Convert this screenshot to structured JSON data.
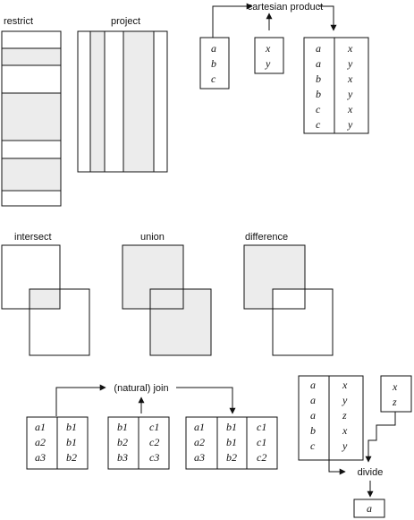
{
  "labels": {
    "restrict": "restrict",
    "project": "project",
    "cartesian_product": "cartesian product",
    "intersect": "intersect",
    "union": "union",
    "difference": "difference",
    "natural_join": "(natural) join",
    "divide": "divide"
  },
  "cartesian": {
    "left": [
      "a",
      "b",
      "c"
    ],
    "right": [
      "x",
      "y"
    ],
    "result": [
      [
        "a",
        "x"
      ],
      [
        "a",
        "y"
      ],
      [
        "b",
        "x"
      ],
      [
        "b",
        "y"
      ],
      [
        "c",
        "x"
      ],
      [
        "c",
        "y"
      ]
    ]
  },
  "join": {
    "left": [
      [
        "a1",
        "b1"
      ],
      [
        "a2",
        "b1"
      ],
      [
        "a3",
        "b2"
      ]
    ],
    "right": [
      [
        "b1",
        "c1"
      ],
      [
        "b2",
        "c2"
      ],
      [
        "b3",
        "c3"
      ]
    ],
    "result": [
      [
        "a1",
        "b1",
        "c1"
      ],
      [
        "a2",
        "b1",
        "c1"
      ],
      [
        "a3",
        "b2",
        "c2"
      ]
    ]
  },
  "divide": {
    "dividend": [
      [
        "a",
        "x"
      ],
      [
        "a",
        "y"
      ],
      [
        "a",
        "z"
      ],
      [
        "b",
        "x"
      ],
      [
        "c",
        "y"
      ]
    ],
    "divisor": [
      "x",
      "z"
    ],
    "result": [
      "a"
    ]
  },
  "colors": {
    "stroke": "#111111",
    "shade": "#ececec",
    "background": "#ffffff"
  }
}
